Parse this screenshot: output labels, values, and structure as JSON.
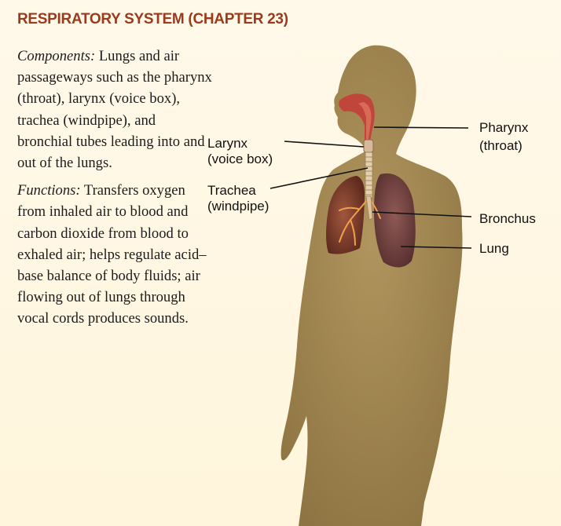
{
  "heading": "RESPIRATORY SYSTEM (CHAPTER 23)",
  "components": {
    "label": "Components:",
    "text": " Lungs and air passageways such as the pharynx (throat), larynx (voice box), trachea (windpipe), and bronchial tubes leading into and out of the lungs."
  },
  "functions": {
    "label": "Functions:",
    "text": " Transfers oxygen from inhaled air to blood and carbon dioxide from blood to exhaled air; helps regulate acid–base balance of body fluids; air flowing out of lungs through vocal cords produces sounds."
  },
  "labels": {
    "larynx_1": "Larynx",
    "larynx_2": "(voice box)",
    "trachea_1": "Trachea",
    "trachea_2": "(windpipe)",
    "pharynx_1": "Pharynx",
    "pharynx_2": "(throat)",
    "bronchus": "Bronchus",
    "lung": "Lung"
  },
  "colors": {
    "heading": "#9c3a1c",
    "body": "#a0844f",
    "lung": "#7d3b2c",
    "airway": "#c0463b"
  }
}
